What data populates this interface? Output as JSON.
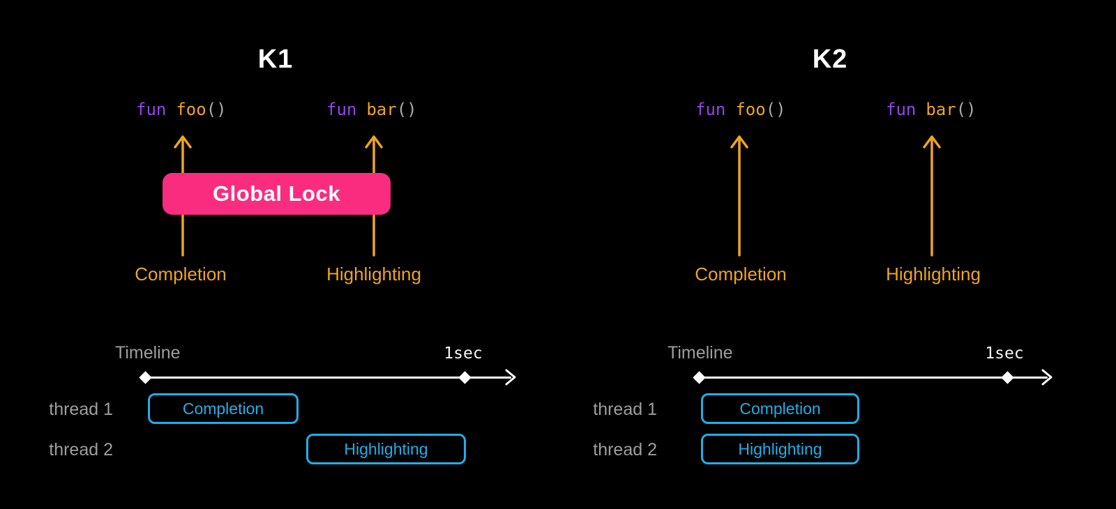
{
  "colors": {
    "background": "#000000",
    "arrow_orange": "#EFA421",
    "keyword_purple": "#9345EB",
    "paren_gray": "#ABABAB",
    "global_lock_pink": "#F92C7F",
    "thread_cyan": "#21AEE9",
    "muted_gray": "#9E9E9E",
    "white": "#FFFFFF"
  },
  "panels": {
    "k1": {
      "title": "K1",
      "functions": [
        {
          "keyword": "fun",
          "name": "foo",
          "parens": "()"
        },
        {
          "keyword": "fun",
          "name": "bar",
          "parens": "()"
        }
      ],
      "lock": {
        "label": "Global Lock"
      },
      "arrow_labels": [
        "Completion",
        "Highlighting"
      ],
      "timeline": {
        "label": "Timeline",
        "end_label": "1sec",
        "threads": [
          {
            "label": "thread 1",
            "task": "Completion"
          },
          {
            "label": "thread 2",
            "task": "Highlighting"
          }
        ]
      }
    },
    "k2": {
      "title": "K2",
      "functions": [
        {
          "keyword": "fun",
          "name": "foo",
          "parens": "()"
        },
        {
          "keyword": "fun",
          "name": "bar",
          "parens": "()"
        }
      ],
      "arrow_labels": [
        "Completion",
        "Highlighting"
      ],
      "timeline": {
        "label": "Timeline",
        "end_label": "1sec",
        "threads": [
          {
            "label": "thread 1",
            "task": "Completion"
          },
          {
            "label": "thread 2",
            "task": "Highlighting"
          }
        ]
      }
    }
  }
}
